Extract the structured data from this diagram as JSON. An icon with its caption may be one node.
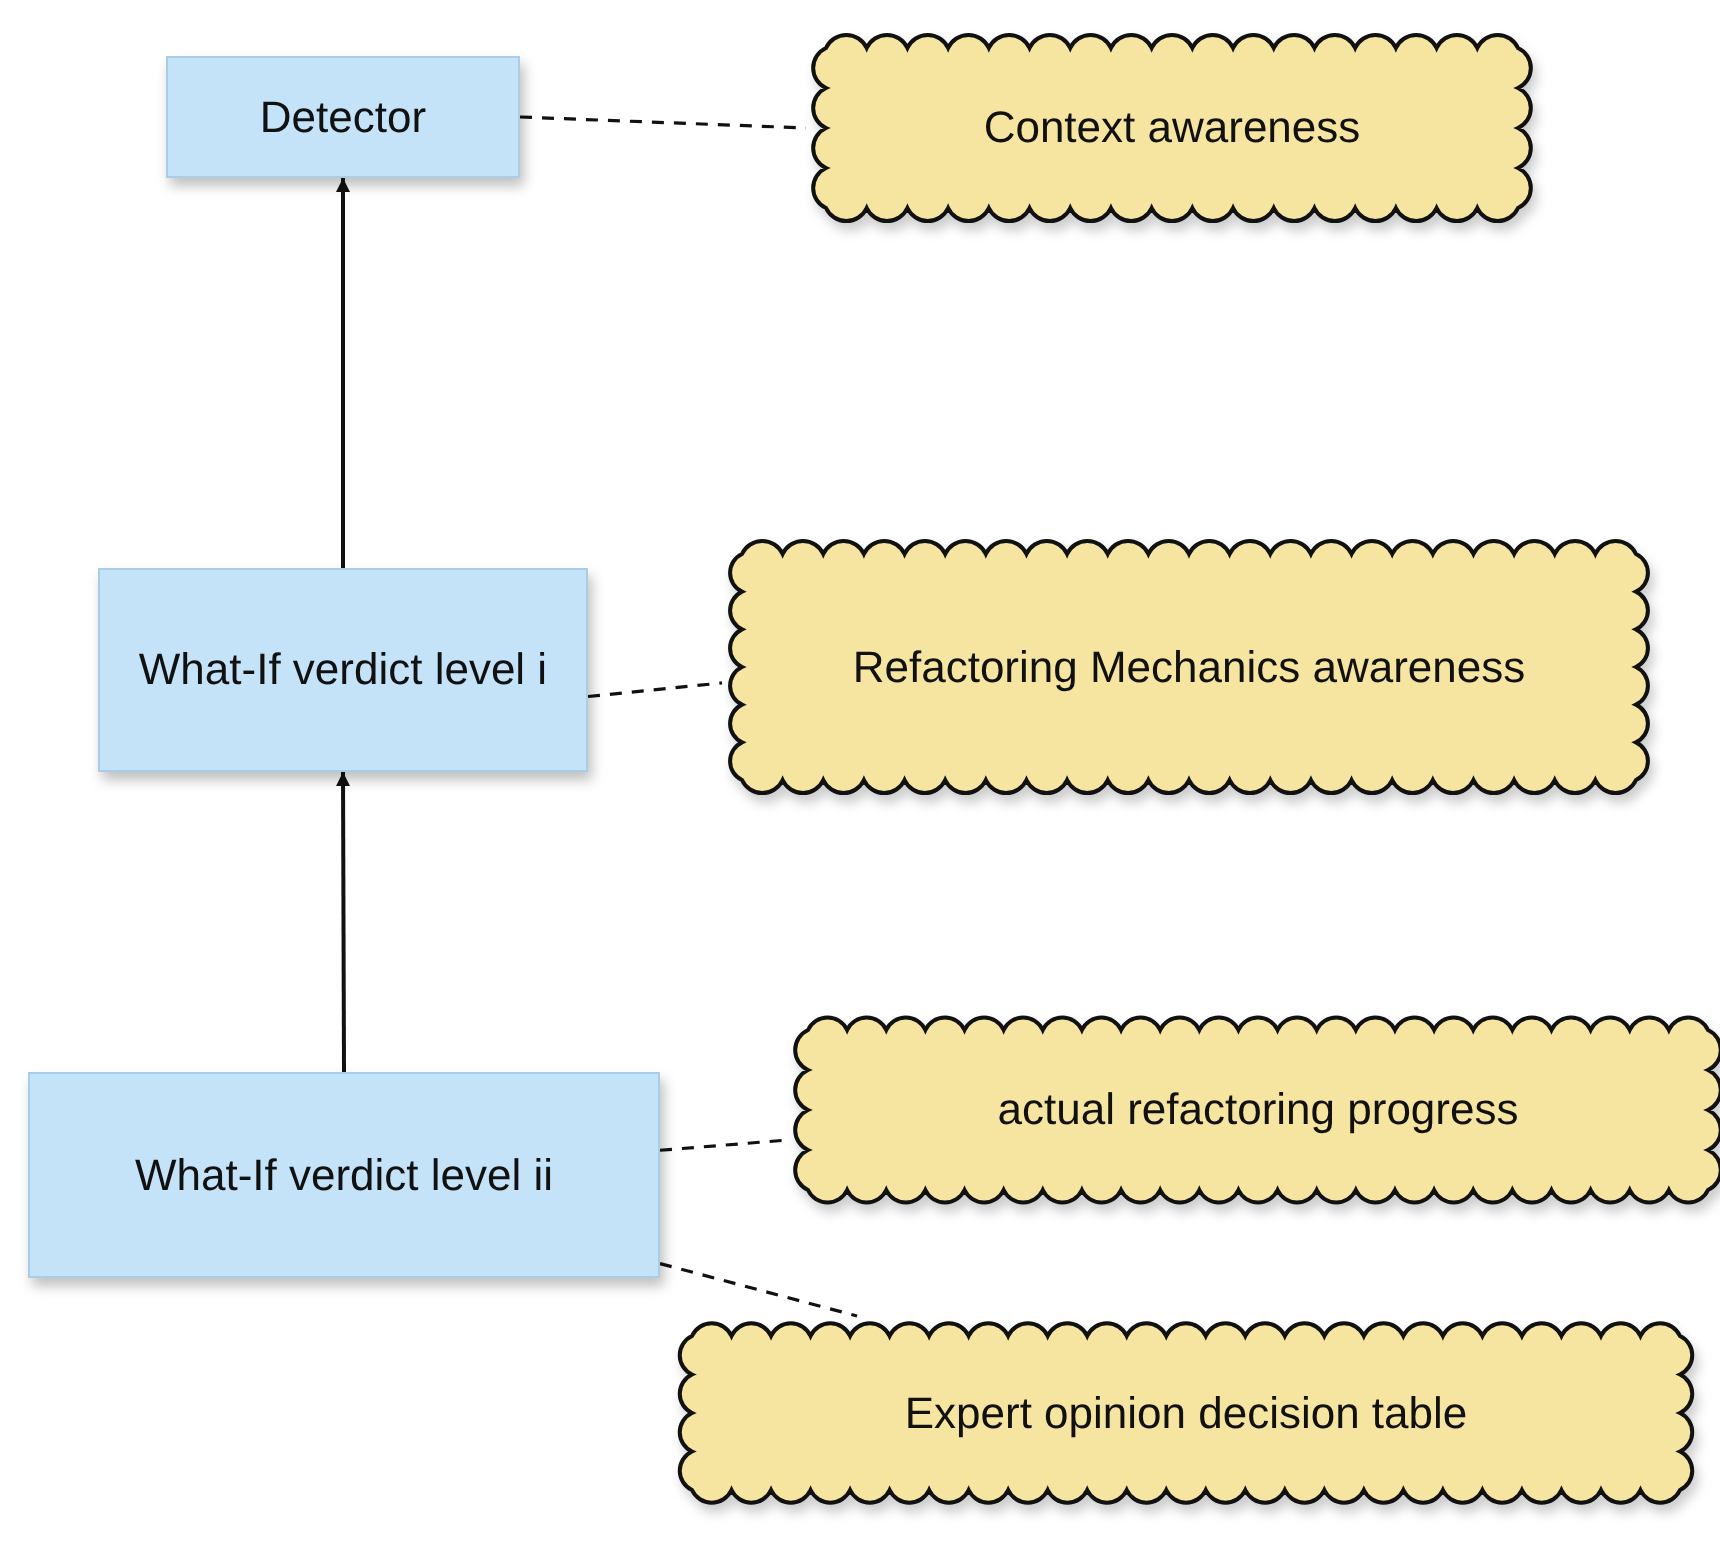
{
  "diagram": {
    "nodes": [
      {
        "text": [
          "Detector"
        ]
      },
      {
        "text": [
          "Context awareness"
        ]
      },
      {
        "text": [
          "What-If verdict level i"
        ]
      },
      {
        "text": [
          "Refactoring Mechanics awareness"
        ]
      },
      {
        "text": [
          "What-If verdict level ii"
        ]
      },
      {
        "text": [
          "actual refactoring progress"
        ]
      },
      {
        "text": [
          "Expert opinion decision table"
        ]
      }
    ],
    "edges": [
      {
        "from": 0,
        "to": 1,
        "arrow": "none",
        "style": "dashed"
      },
      {
        "from": 2,
        "to": 0,
        "arrow": "to"
      },
      {
        "from": 2,
        "to": 3,
        "arrow": "none",
        "style": "dashed"
      },
      {
        "from": 4,
        "to": 2,
        "arrow": "to"
      },
      {
        "from": 4,
        "to": 5,
        "arrow": "none",
        "style": "dashed"
      },
      {
        "from": 4,
        "to": 6,
        "arrow": "none",
        "style": "dashed"
      }
    ]
  }
}
